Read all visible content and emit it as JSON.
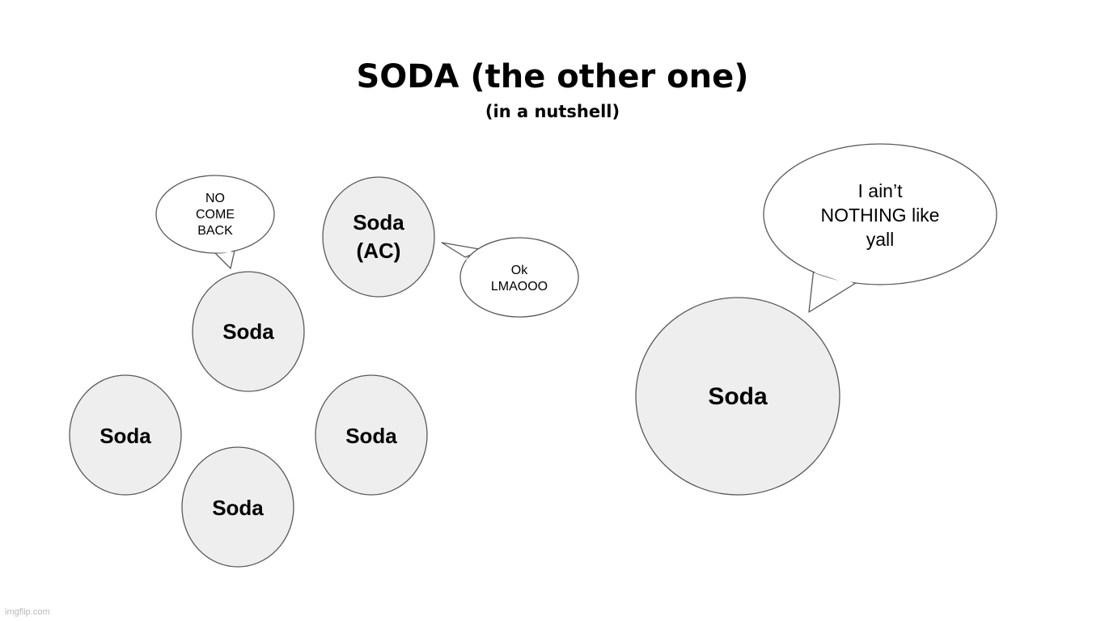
{
  "title": "SODA (the other one)",
  "subtitle": "(in a nutshell)",
  "colors": {
    "node_fill": "#eeeeee",
    "bubble_fill": "#ffffff",
    "stroke": "#595959",
    "text": "#000000"
  },
  "nodes": {
    "soda_ac": "Soda\n(AC)",
    "soda_top": "Soda",
    "soda_left": "Soda",
    "soda_right": "Soda",
    "soda_bottom": "Soda",
    "soda_big": "Soda"
  },
  "bubbles": {
    "no_come_back": "NO\nCOME\nBACK",
    "ok_lmaooo": "Ok\nLMAOOO",
    "aint_nothing": "I ain’t\nNOTHING like\nyall"
  },
  "watermark": "imgflip.com"
}
